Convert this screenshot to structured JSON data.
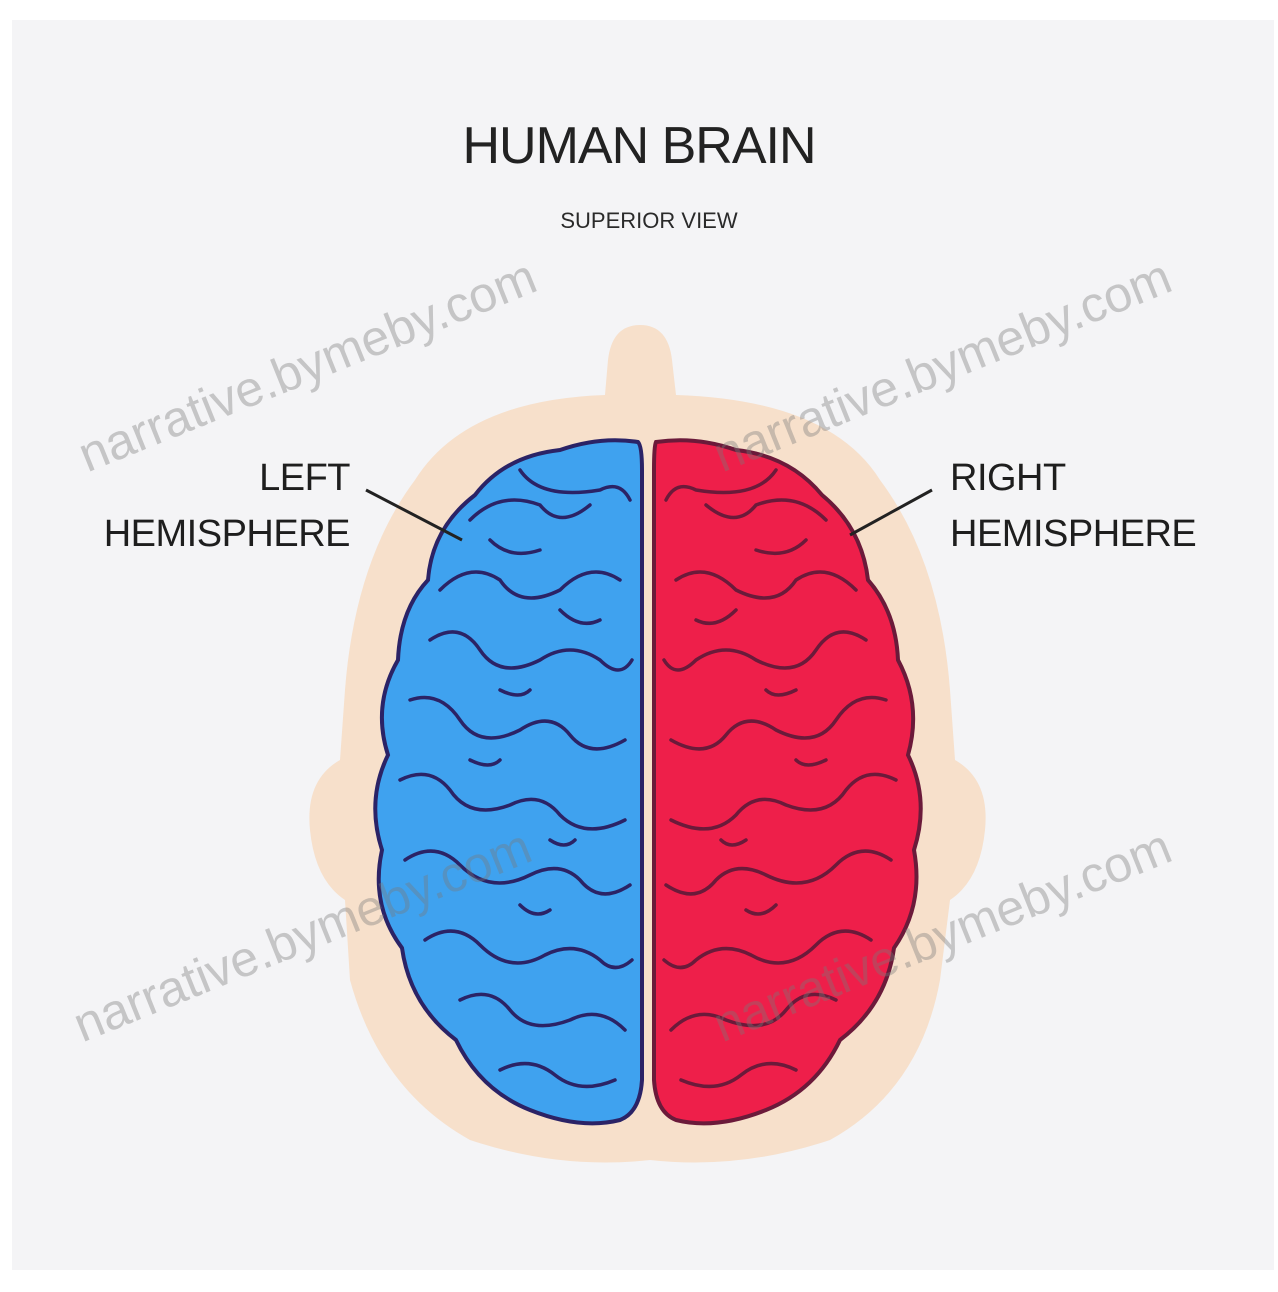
{
  "title": "HUMAN BRAIN",
  "subtitle": "SUPERIOR VIEW",
  "labels": {
    "left": [
      "LEFT",
      "HEMISPHERE"
    ],
    "right": [
      "RIGHT",
      "HEMISPHERE"
    ]
  },
  "watermark": "narrative.bymeby.com",
  "colors": {
    "background": "#f4f4f6",
    "left_hemisphere": "#3fa2ef",
    "right_hemisphere": "#ee1f4a",
    "outline": "#2b2366",
    "glow": "#f7dcc3"
  }
}
